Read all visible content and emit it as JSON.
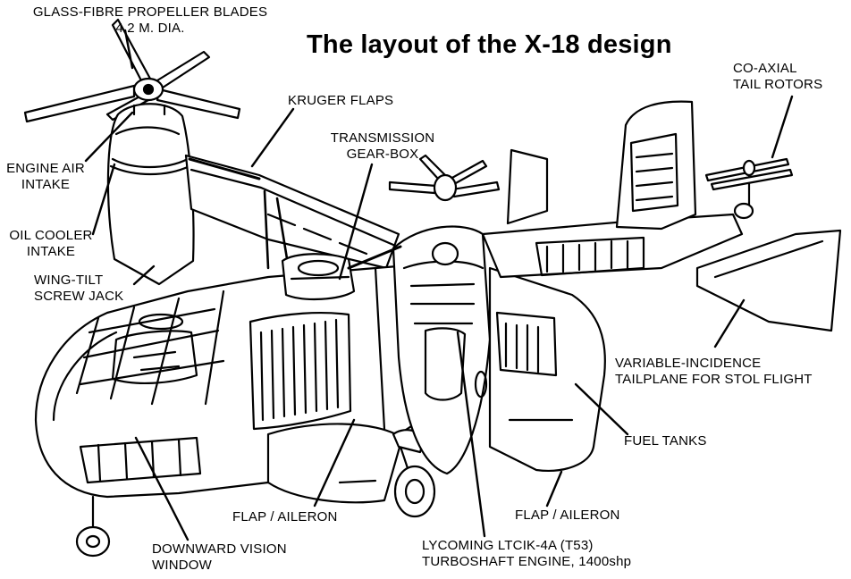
{
  "title": "The layout of the X-18 design",
  "labels": {
    "propeller_blades": [
      "GLASS-FIBRE PROPELLER BLADES",
      "4.2 M. DIA."
    ],
    "kruger_flaps": [
      "KRUGER FLAPS"
    ],
    "transmission": [
      "TRANSMISSION",
      "GEAR-BOX"
    ],
    "tail_rotors": [
      "CO-AXIAL",
      "TAIL ROTORS"
    ],
    "engine_air_intake": [
      "ENGINE AIR",
      "INTAKE"
    ],
    "oil_cooler_intake": [
      "OIL COOLER",
      "INTAKE"
    ],
    "wing_tilt": [
      "WING-TILT",
      "SCREW JACK"
    ],
    "tailplane": [
      "VARIABLE-INCIDENCE",
      "TAILPLANE FOR STOL FLIGHT"
    ],
    "fuel_tanks": [
      "FUEL TANKS"
    ],
    "flap_aileron_left": [
      "FLAP / AILERON"
    ],
    "flap_aileron_right": [
      "FLAP / AILERON"
    ],
    "downward_vision": [
      "DOWNWARD VISION",
      "WINDOW"
    ],
    "engine": [
      "LYCOMING LTCIK-4A (T53)",
      "TURBOSHAFT ENGINE, 1400shp"
    ]
  },
  "colors": {
    "ink": "#000000",
    "paper": "#ffffff"
  }
}
